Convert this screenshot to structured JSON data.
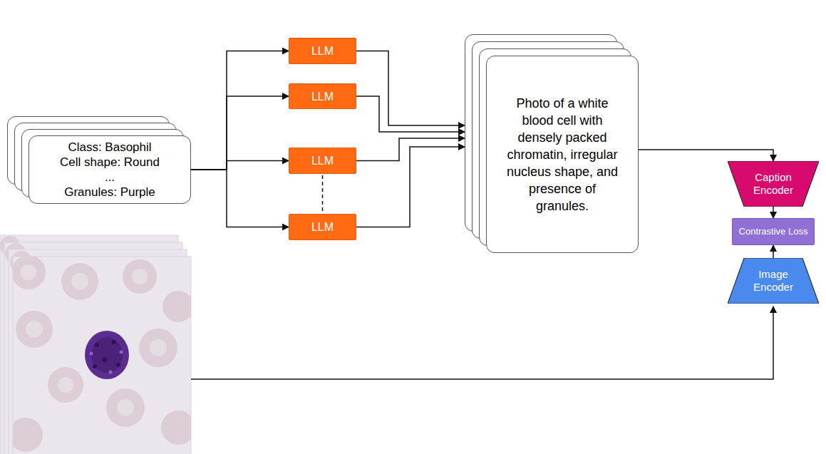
{
  "diagram": {
    "nodes": [
      {
        "text": [
          "Class: Basophil",
          "Cell shape: Round",
          "...",
          "Granules: Purple"
        ]
      },
      {
        "text": [
          "LLM"
        ]
      },
      {
        "text": [
          "LLM"
        ]
      },
      {
        "text": [
          "LLM"
        ]
      },
      {
        "text": [
          "LLM"
        ]
      },
      {
        "text": [
          "Photo of a white blood cell with densely packed chromatin, irregular nucleus shape, and presence of granules."
        ]
      },
      {
        "text": [
          "Caption Encoder"
        ]
      },
      {
        "text": [
          "Contrastive Loss"
        ]
      },
      {
        "text": [
          "Image Encoder"
        ]
      }
    ],
    "edges": [
      {
        "from": 0,
        "to": 1,
        "arrow": "to"
      },
      {
        "from": 0,
        "to": 2,
        "arrow": "to"
      },
      {
        "from": 0,
        "to": 3,
        "arrow": "to"
      },
      {
        "from": 0,
        "to": 4,
        "arrow": "to"
      },
      {
        "from": 1,
        "to": 5,
        "arrow": "to"
      },
      {
        "from": 2,
        "to": 5,
        "arrow": "to"
      },
      {
        "from": 3,
        "to": 5,
        "arrow": "to"
      },
      {
        "from": 4,
        "to": 5,
        "arrow": "to"
      },
      {
        "from": 5,
        "to": 6,
        "arrow": "to"
      },
      {
        "from": 6,
        "to": 7,
        "arrow": "to"
      },
      {
        "from": 8,
        "to": 7,
        "arrow": "to"
      }
    ]
  }
}
